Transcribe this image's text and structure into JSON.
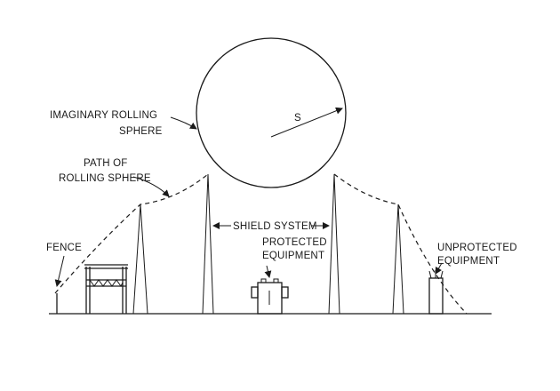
{
  "labels": {
    "rolling_sphere_line1": "IMAGINARY ROLLING",
    "rolling_sphere_line2": "SPHERE",
    "path_line1": "PATH OF",
    "path_line2": "ROLLING SPHERE",
    "radius": "S",
    "shield_system": "SHIELD SYSTEM",
    "fence": "FENCE",
    "protected_line1": "PROTECTED",
    "protected_line2": "EQUIPMENT",
    "unprotected_line1": "UNPROTECTED",
    "unprotected_line2": "EQUIPMENT"
  }
}
